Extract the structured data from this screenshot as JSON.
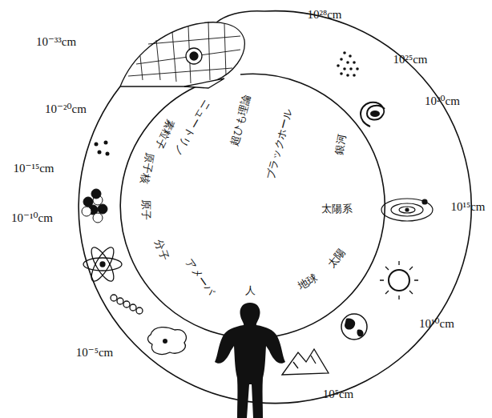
{
  "diagram": {
    "labels": [
      "10²⁸cm",
      "10²⁵cm",
      "10²⁰cm",
      "10¹⁵cm",
      "10¹⁰cm",
      "10⁵cm",
      "10⁻⁵cm",
      "10⁻¹⁰cm",
      "10⁻¹⁵cm",
      "10⁻²⁰cm",
      "10⁻³³cm",
      "人",
      "アメーバ",
      "分子",
      "原子",
      "原子核",
      "素粒子",
      "ニュートリノ",
      "超ひも理論",
      "ブラックホール",
      "銀河",
      "太陽系",
      "太陽",
      "地球"
    ]
  }
}
